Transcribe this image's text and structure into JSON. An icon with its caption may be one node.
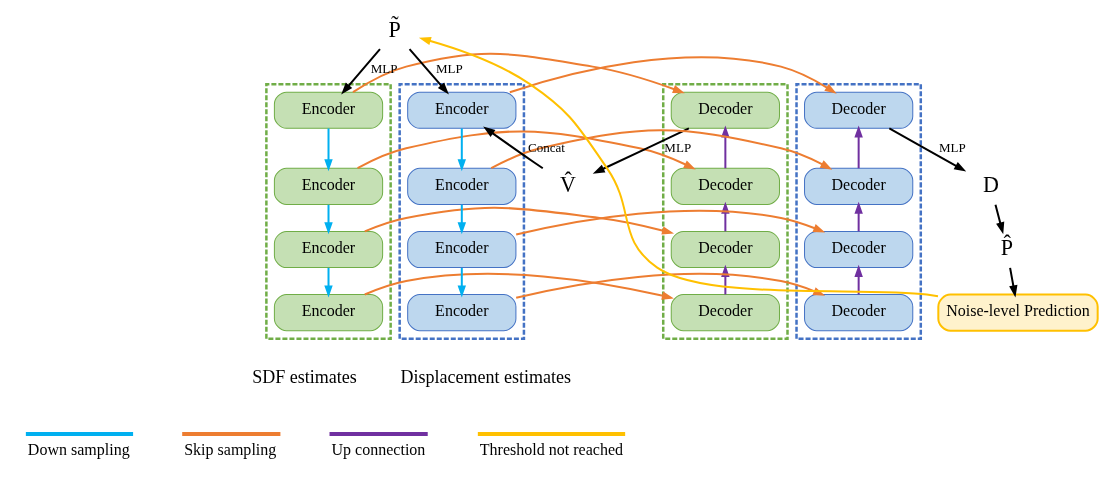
{
  "diagram": {
    "nodes": [
      {
        "text": [
          "P̃"
        ]
      },
      {
        "text": [],
        "shape": "trapezoid"
      },
      {
        "text": [
          "Encoder"
        ],
        "in": 1
      },
      {
        "text": [
          "Encoder"
        ],
        "in": 1
      },
      {
        "text": [
          "Encoder"
        ],
        "in": 1
      },
      {
        "text": [
          "Encoder"
        ],
        "in": 1
      },
      {
        "text": [],
        "shape": "trapezoid"
      },
      {
        "text": [
          "Decoder"
        ],
        "in": 6
      },
      {
        "text": [
          "Decoder"
        ],
        "in": 6
      },
      {
        "text": [
          "Decoder"
        ],
        "in": 6
      },
      {
        "text": [
          "Decoder"
        ],
        "in": 6
      },
      {
        "text": [
          "V̂"
        ]
      },
      {
        "text": [],
        "shape": "trapezoid"
      },
      {
        "text": [
          "Encoder"
        ],
        "in": 12
      },
      {
        "text": [
          "Encoder"
        ],
        "in": 12
      },
      {
        "text": [
          "Encoder"
        ],
        "in": 12
      },
      {
        "text": [
          "Encoder"
        ],
        "in": 12
      },
      {
        "text": [],
        "shape": "trapezoid"
      },
      {
        "text": [
          "Decoder"
        ],
        "in": 17
      },
      {
        "text": [
          "Decoder"
        ],
        "in": 17
      },
      {
        "text": [
          "Decoder"
        ],
        "in": 17
      },
      {
        "text": [
          "Decoder"
        ],
        "in": 17
      },
      {
        "text": [
          "D"
        ]
      },
      {
        "text": [
          "P̂"
        ]
      },
      {
        "text": [
          "Noise-level Prediction"
        ]
      }
    ],
    "edges": [
      {
        "from": 0,
        "to": 2,
        "arrow": "to",
        "label": "MLP",
        "color": "#000000"
      },
      {
        "from": 2,
        "to": 3,
        "arrow": "to",
        "color": "#00b0f0"
      },
      {
        "from": 3,
        "to": 4,
        "arrow": "to",
        "color": "#00b0f0"
      },
      {
        "from": 4,
        "to": 5,
        "arrow": "to",
        "color": "#00b0f0"
      },
      {
        "from": 2,
        "to": 7,
        "arrow": "to",
        "color": "#ed7d31"
      },
      {
        "from": 3,
        "to": 8,
        "arrow": "to",
        "color": "#ed7d31"
      },
      {
        "from": 4,
        "to": 9,
        "arrow": "to",
        "color": "#ed7d31"
      },
      {
        "from": 5,
        "to": 10,
        "arrow": "to",
        "color": "#ed7d31"
      },
      {
        "from": 10,
        "to": 9,
        "arrow": "to",
        "color": "#7030a0"
      },
      {
        "from": 9,
        "to": 8,
        "arrow": "to",
        "color": "#7030a0"
      },
      {
        "from": 8,
        "to": 7,
        "arrow": "to",
        "color": "#7030a0"
      },
      {
        "from": 7,
        "to": 11,
        "arrow": "to",
        "label": "MLP",
        "color": "#000000"
      },
      {
        "from": 0,
        "to": 13,
        "arrow": "to",
        "label": "MLP",
        "color": "#000000"
      },
      {
        "from": 11,
        "to": 13,
        "arrow": "to",
        "label": "Concat",
        "color": "#000000"
      },
      {
        "from": 13,
        "to": 14,
        "arrow": "to",
        "color": "#00b0f0"
      },
      {
        "from": 14,
        "to": 15,
        "arrow": "to",
        "color": "#00b0f0"
      },
      {
        "from": 15,
        "to": 16,
        "arrow": "to",
        "color": "#00b0f0"
      },
      {
        "from": 13,
        "to": 18,
        "arrow": "to",
        "color": "#ed7d31"
      },
      {
        "from": 14,
        "to": 19,
        "arrow": "to",
        "color": "#ed7d31"
      },
      {
        "from": 15,
        "to": 20,
        "arrow": "to",
        "color": "#ed7d31"
      },
      {
        "from": 16,
        "to": 21,
        "arrow": "to",
        "color": "#ed7d31"
      },
      {
        "from": 21,
        "to": 20,
        "arrow": "to",
        "color": "#7030a0"
      },
      {
        "from": 20,
        "to": 19,
        "arrow": "to",
        "color": "#7030a0"
      },
      {
        "from": 19,
        "to": 18,
        "arrow": "to",
        "color": "#7030a0"
      },
      {
        "from": 18,
        "to": 22,
        "arrow": "to",
        "label": "MLP",
        "color": "#000000"
      },
      {
        "from": 22,
        "to": 23,
        "arrow": "to",
        "color": "#000000"
      },
      {
        "from": 23,
        "to": 24,
        "arrow": "to",
        "color": "#000000"
      },
      {
        "from": 24,
        "to": 0,
        "arrow": "to",
        "color": "#ffc000"
      }
    ],
    "labels": [
      "SDF estimates",
      "Displacement estimates"
    ],
    "legend": [
      {
        "text": "Down sampling",
        "color": "#00b0f0"
      },
      {
        "text": "Skip sampling",
        "color": "#ed7d31"
      },
      {
        "text": "Up connection",
        "color": "#7030a0"
      },
      {
        "text": "Threshold not reached",
        "color": "#ffc000"
      }
    ]
  }
}
